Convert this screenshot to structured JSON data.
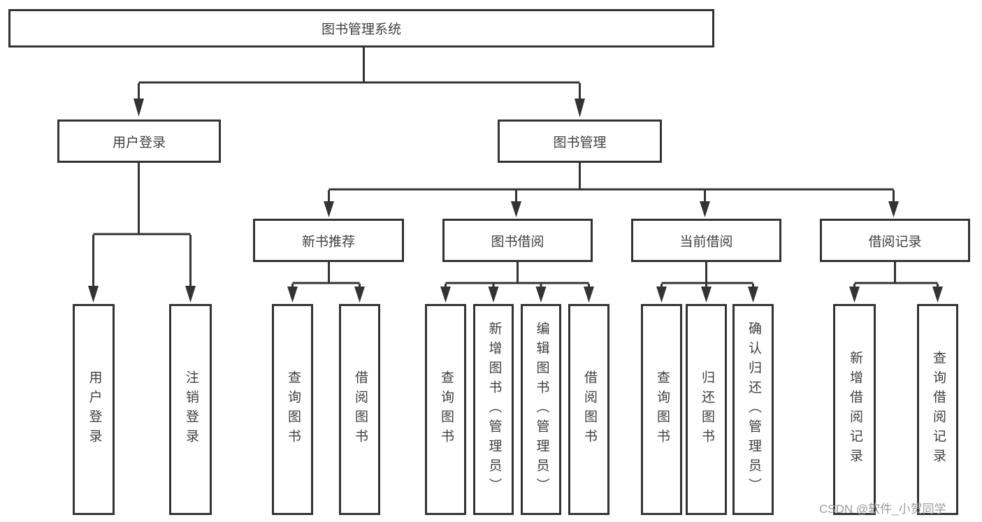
{
  "diagram_type": "tree-diagram",
  "colors": {
    "line": "#333333",
    "text": "#404040",
    "watermark": "#9b9b9b",
    "background": "#ffffff"
  },
  "watermark": {
    "text": "CSDN @软件_小贺同学"
  },
  "tree": {
    "label": "图书管理系统",
    "children": [
      {
        "label": "用户登录",
        "children": [
          {
            "label": "用户登录"
          },
          {
            "label": "注销登录"
          }
        ]
      },
      {
        "label": "图书管理",
        "children": [
          {
            "label": "新书推荐",
            "children": [
              {
                "label": "查询图书"
              },
              {
                "label": "借阅图书"
              }
            ]
          },
          {
            "label": "图书借阅",
            "children": [
              {
                "label": "查询图书"
              },
              {
                "label": "新增图书（管理员）"
              },
              {
                "label": "编辑图书（管理员）"
              },
              {
                "label": "借阅图书"
              }
            ]
          },
          {
            "label": "当前借阅",
            "children": [
              {
                "label": "查询图书"
              },
              {
                "label": "归还图书"
              },
              {
                "label": "确认归还（管理员）"
              }
            ]
          },
          {
            "label": "借阅记录",
            "children": [
              {
                "label": "新增借阅记录"
              },
              {
                "label": "查询借阅记录"
              }
            ]
          }
        ]
      }
    ]
  }
}
